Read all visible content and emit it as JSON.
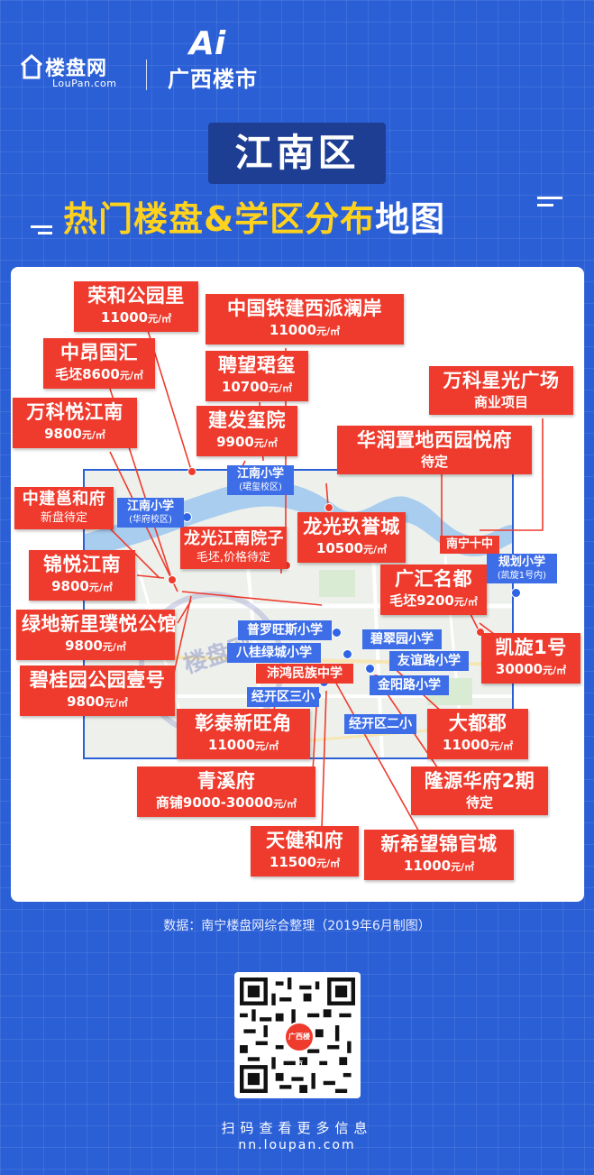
{
  "header": {
    "brand_left": "楼盘网",
    "brand_left_sub": "LouPan.com",
    "brand_right_mark": "Ai",
    "brand_right": "广西楼市"
  },
  "title": "江南区",
  "subtitle": {
    "yellow": "热门楼盘&学区分布",
    "white": "地图"
  },
  "map": {
    "watermark": "楼盘网",
    "projects": [
      {
        "id": "ronghe",
        "name": "荣和公园里",
        "price": "11000",
        "unit": "元/㎡"
      },
      {
        "id": "zhongtie",
        "name": "中国铁建西派澜岸",
        "price": "11000",
        "unit": "元/㎡"
      },
      {
        "id": "zhongang",
        "name": "中昂国汇",
        "price": "毛坯8600",
        "unit": "元/㎡"
      },
      {
        "id": "pinwang",
        "name": "聘望珺玺",
        "price": "10700",
        "unit": "元/㎡"
      },
      {
        "id": "wankexingguang",
        "name": "万科星光广场",
        "price": "商业项目",
        "unit": ""
      },
      {
        "id": "wankeyue",
        "name": "万科悦江南",
        "price": "9800",
        "unit": "元/㎡"
      },
      {
        "id": "jianfa",
        "name": "建发玺院",
        "price": "9900",
        "unit": "元/㎡"
      },
      {
        "id": "huarun",
        "name": "华润置地西园悦府",
        "price": "待定",
        "unit": ""
      },
      {
        "id": "zhongjian",
        "name": "中建邕和府",
        "price": "新盘待定",
        "unit": ""
      },
      {
        "id": "longguangyuan",
        "name": "龙光江南院子",
        "price": "毛坯,价格待定",
        "unit": ""
      },
      {
        "id": "longguangjiu",
        "name": "龙光玖誉城",
        "price": "10500",
        "unit": "元/㎡"
      },
      {
        "id": "jinyue",
        "name": "锦悦江南",
        "price": "9800",
        "unit": "元/㎡"
      },
      {
        "id": "guanghui",
        "name": "广汇名都",
        "price": "毛坯9200",
        "unit": "元/㎡"
      },
      {
        "id": "lvdi",
        "name": "绿地新里璞悦公馆",
        "price": "9800",
        "unit": "元/㎡"
      },
      {
        "id": "kaixuan",
        "name": "凯旋1号",
        "price": "30000",
        "unit": "元/㎡"
      },
      {
        "id": "biguiyuan",
        "name": "碧桂园公园壹号",
        "price": "9800",
        "unit": "元/㎡"
      },
      {
        "id": "zhangtai",
        "name": "彰泰新旺角",
        "price": "11000",
        "unit": "元/㎡"
      },
      {
        "id": "dadu",
        "name": "大都郡",
        "price": "11000",
        "unit": "元/㎡"
      },
      {
        "id": "qingxi",
        "name": "青溪府",
        "price": "商铺9000-30000",
        "unit": "元/㎡"
      },
      {
        "id": "longyuan",
        "name": "隆源华府2期",
        "price": "待定",
        "unit": ""
      },
      {
        "id": "tianjian",
        "name": "天健和府",
        "price": "11500",
        "unit": "元/㎡"
      },
      {
        "id": "xinxiwang",
        "name": "新希望锦官城",
        "price": "11000",
        "unit": "元/㎡"
      }
    ],
    "schools": [
      {
        "id": "jiangnan-jw",
        "name": "江南小学",
        "sub": "(珺玺校区)"
      },
      {
        "id": "jiangnan-hf",
        "name": "江南小学",
        "sub": "(华府校区)"
      },
      {
        "id": "nanning10",
        "name": "南宁十中",
        "sub": ""
      },
      {
        "id": "guihua",
        "name": "规划小学",
        "sub": "(凯旋1号内)"
      },
      {
        "id": "puluowangsi",
        "name": "普罗旺斯小学",
        "sub": ""
      },
      {
        "id": "baguilvcheng",
        "name": "八桂绿城小学",
        "sub": ""
      },
      {
        "id": "bicuiyuan",
        "name": "碧翠园小学",
        "sub": ""
      },
      {
        "id": "youyilu",
        "name": "友谊路小学",
        "sub": ""
      },
      {
        "id": "peihong",
        "name": "沛鸿民族中学",
        "sub": ""
      },
      {
        "id": "jinyang",
        "name": "金阳路小学",
        "sub": ""
      },
      {
        "id": "jingkai3",
        "name": "经开区三小",
        "sub": ""
      },
      {
        "id": "jingkai2",
        "name": "经开区二小",
        "sub": ""
      }
    ]
  },
  "footer": {
    "source": "数据：南宁楼盘网综合整理（2019年6月制图）",
    "qr_badge": "广西楼市",
    "scan": "扫码查看更多信息",
    "url": "nn.loupan.com"
  },
  "colors": {
    "background": "#2a5fd6",
    "project_label": "#ee3b2d",
    "school_label": "#3d6ee8",
    "title_box": "#1e3e94",
    "subtitle_yellow": "#ffd21e"
  }
}
